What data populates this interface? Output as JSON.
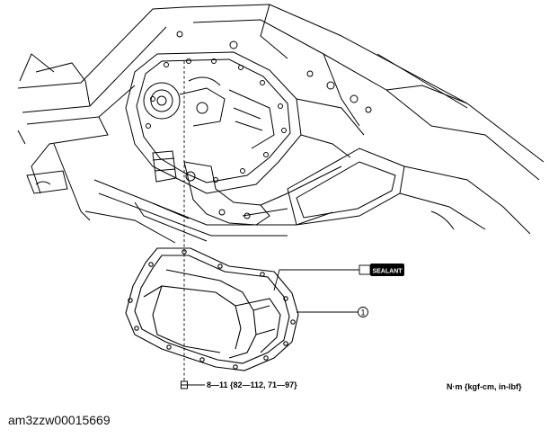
{
  "figure": {
    "sealant_label": "SEALANT",
    "part_number": "1",
    "torque_spec": "8—11 {82—112, 71—97}",
    "unit_note": "N·m {kgf-cm, in-lbf}",
    "caption": "am3zzw00015669"
  }
}
